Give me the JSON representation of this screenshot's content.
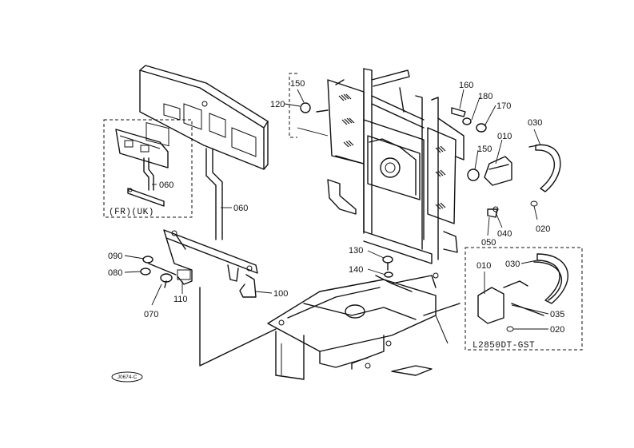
{
  "parts": {
    "p010_a": "010",
    "p010_b": "010",
    "p020_a": "020",
    "p020_b": "020",
    "p030_a": "030",
    "p030_b": "030",
    "p035": "035",
    "p040": "040",
    "p050": "050",
    "p060_a": "060",
    "p060_b": "060",
    "p070": "070",
    "p080": "080",
    "p090": "090",
    "p100": "100",
    "p110": "110",
    "p120": "120",
    "p130": "130",
    "p140": "140",
    "p150_a": "150",
    "p150_b": "150",
    "p160": "160",
    "p170": "170",
    "p180": "180"
  },
  "variant_labels": {
    "fr_uk": "(FR)(UK)",
    "model": "L2850DT-GST"
  },
  "reference_code": "J0674-C"
}
